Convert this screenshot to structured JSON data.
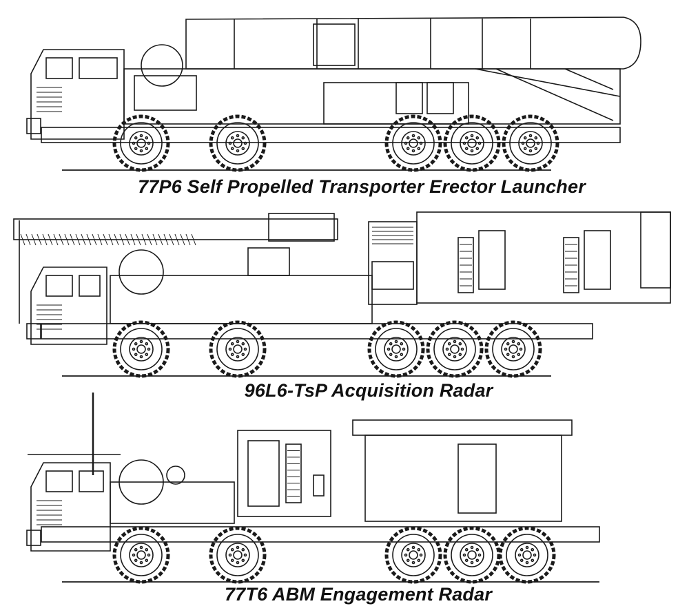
{
  "vehicles": [
    {
      "caption": "77P6 Self Propelled Transporter Erector Launcher"
    },
    {
      "caption": "96L6-TsP Acquisition Radar"
    },
    {
      "caption": "77T6 ABM Engagement Radar"
    }
  ],
  "colors": {
    "line": "#1a1a1a",
    "background": "#ffffff"
  }
}
